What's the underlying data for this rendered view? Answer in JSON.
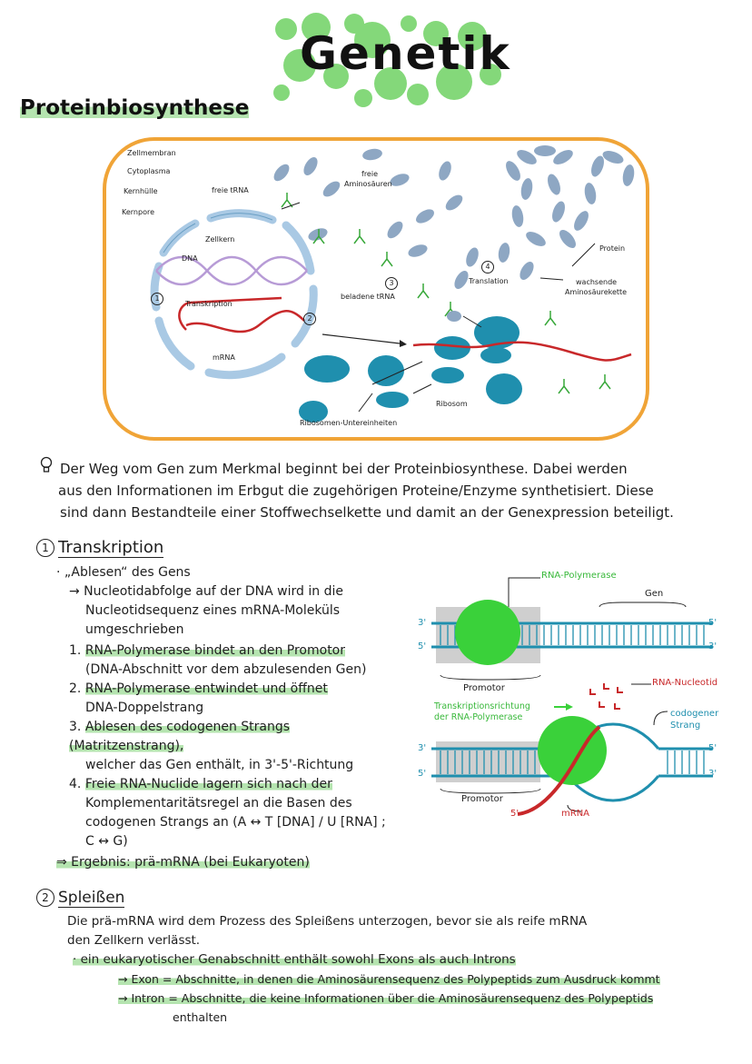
{
  "header": {
    "title": "Genetik",
    "subtitle": "Proteinbiosynthese"
  },
  "cell_diagram": {
    "labels": {
      "zellmembran": "Zellmembran",
      "cytoplasma": "Cytoplasma",
      "kernhuelle": "Kernhülle",
      "kernpore": "Kernpore",
      "freie_trna": "freie tRNA",
      "zellkern": "Zellkern",
      "dna": "DNA",
      "step1": "1",
      "transkription": "Transkription",
      "mrna": "mRNA",
      "step2": "2",
      "freie_aminosaeuren_1": "freie",
      "freie_aminosaeuren_2": "Aminosäuren",
      "step3": "3",
      "beladene_trna": "beladene tRNA",
      "step4": "4",
      "translation": "Translation",
      "protein": "Protein",
      "wachsende_1": "wachsende",
      "wachsende_2": "Aminosäurekette",
      "ribosom": "Ribosom",
      "ribosomen_untereinheiten": "Ribosomen-Untereinheiten"
    }
  },
  "intro": {
    "icon": "lightbulb-icon",
    "line1": "Der Weg vom Gen zum Merkmal beginnt bei der Proteinbiosynthese. Dabei werden",
    "line2": "aus den Informationen im Erbgut die zugehörigen Proteine/Enzyme synthetisiert. Diese",
    "line3": "sind dann Bestandteile einer Stoffwechselkette und damit an der Genexpression beteiligt."
  },
  "transkription": {
    "number": "1",
    "heading": "Transkription",
    "bullet": "· „Ablesen“ des Gens",
    "arrow_line1": "→ Nucleotidabfolge auf der DNA wird in die",
    "arrow_line2": "Nucleotidsequenz eines mRNA-Moleküls",
    "arrow_line3": "umgeschrieben",
    "steps": [
      {
        "n": "1.",
        "a": "RNA-Polymerase bindet an den Promotor",
        "b": "(DNA-Abschnitt vor dem abzulesenden Gen)"
      },
      {
        "n": "2.",
        "a": "RNA-Polymerase entwindet und öffnet",
        "b": "DNA-Doppelstrang"
      },
      {
        "n": "3.",
        "a": "Ablesen des codogenen Strangs (Matritzenstrang),",
        "b": "welcher das Gen enthält, in 3'-5'-Richtung"
      },
      {
        "n": "4.",
        "a": "Freie RNA-Nuclide lagern sich nach der",
        "b": "Komplementaritätsregel an die Basen des",
        "c": "codogenen Strangs an (A ↔ T [DNA] / U [RNA] ;",
        "d": "C ↔ G)"
      }
    ],
    "result": "⇒ Ergebnis: prä-mRNA (bei Eukaryoten)"
  },
  "transkription_diagram": {
    "rna_polymerase": "RNA-Polymerase",
    "gen": "Gen",
    "promotor_top": "Promotor",
    "promotor_bottom": "Promotor",
    "rna_nucleotid": "RNA-Nucleotid",
    "richtung_1": "Transkriptionsrichtung",
    "richtung_2": "der RNA-Polymerase",
    "codogener_1": "codogener",
    "codogener_2": "Strang",
    "mrna": "mRNA",
    "end3": "3'",
    "end5": "5'"
  },
  "spleissen": {
    "number": "2",
    "heading": "Spleißen",
    "line1": "Die prä-mRNA wird dem Prozess des Spleißens unterzogen, bevor sie als reife mRNA",
    "line2": "den Zellkern verlässt.",
    "bullet": "· ein eukaryotischer Genabschnitt enthält sowohl Exons als auch Introns",
    "exon": "→ Exon = Abschnitte, in denen die Aminosäurensequenz des Polypeptids zum Ausdruck kommt",
    "intron_1": "→ Intron = Abschnitte, die keine Informationen über die Aminosäurensequenz des Polypeptids",
    "intron_2": "enthalten"
  },
  "colors": {
    "green": "#4ccf3c",
    "teal": "#1f8fae",
    "red": "#c8282a",
    "orange": "#f0a437",
    "lightblue": "#a9c9e4"
  }
}
